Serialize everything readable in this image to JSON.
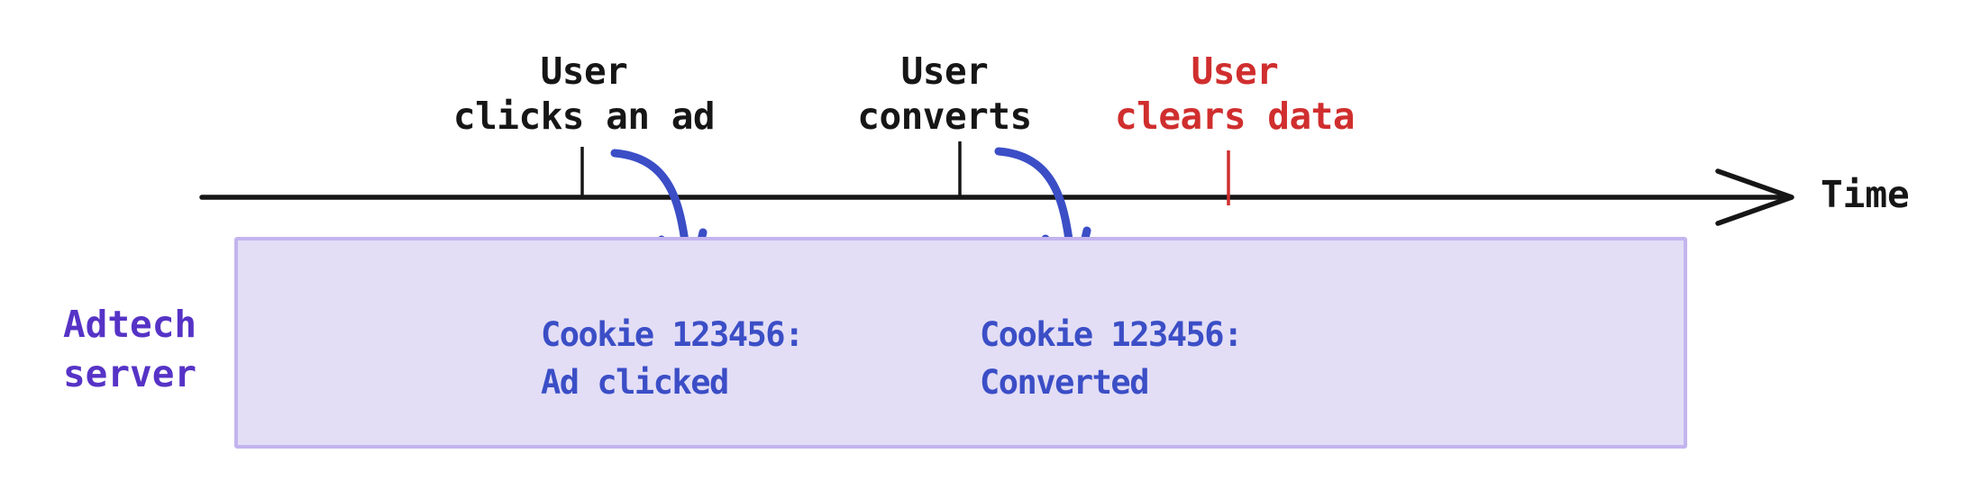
{
  "colors": {
    "ink": "#161616",
    "red": "#d02e2e",
    "blue": "#3b4ec6",
    "purple": "#5633c6",
    "box-fill": "#e3def6",
    "box-border": "#c3b4ee"
  },
  "timeline": {
    "axis_label": "Time",
    "events": [
      {
        "line1": "User",
        "line2": "clicks an ad",
        "color": "black"
      },
      {
        "line1": "User",
        "line2": "converts",
        "color": "black"
      },
      {
        "line1": "User",
        "line2": "clears data",
        "color": "red"
      }
    ]
  },
  "server": {
    "name_line1": "Adtech",
    "name_line2": "server",
    "records": [
      {
        "line1": "Cookie 123456:",
        "line2": "Ad clicked"
      },
      {
        "line1": "Cookie 123456:",
        "line2": "Converted"
      }
    ]
  }
}
